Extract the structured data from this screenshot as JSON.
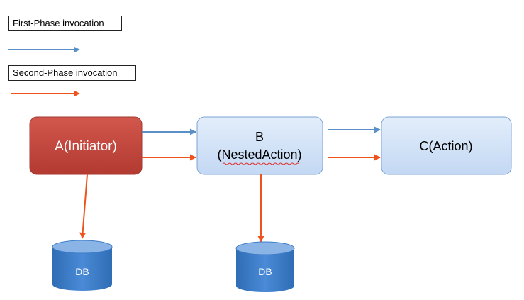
{
  "legend": {
    "first_phase": "First-Phase invocation",
    "second_phase": "Second-Phase invocation"
  },
  "nodes": {
    "a": {
      "label": "A(Initiator)"
    },
    "b": {
      "line1": "B",
      "line2": "(NestedAction)"
    },
    "c": {
      "label": "C(Action)"
    }
  },
  "databases": {
    "db1": {
      "label": "DB"
    },
    "db2": {
      "label": "DB"
    }
  },
  "colors": {
    "first_phase_arrow": "#5b8fc7",
    "second_phase_arrow": "#f0521e",
    "initiator_fill": "#c0463c",
    "action_fill": "#cfe0f6",
    "db_fill": "#3f7fc8"
  }
}
